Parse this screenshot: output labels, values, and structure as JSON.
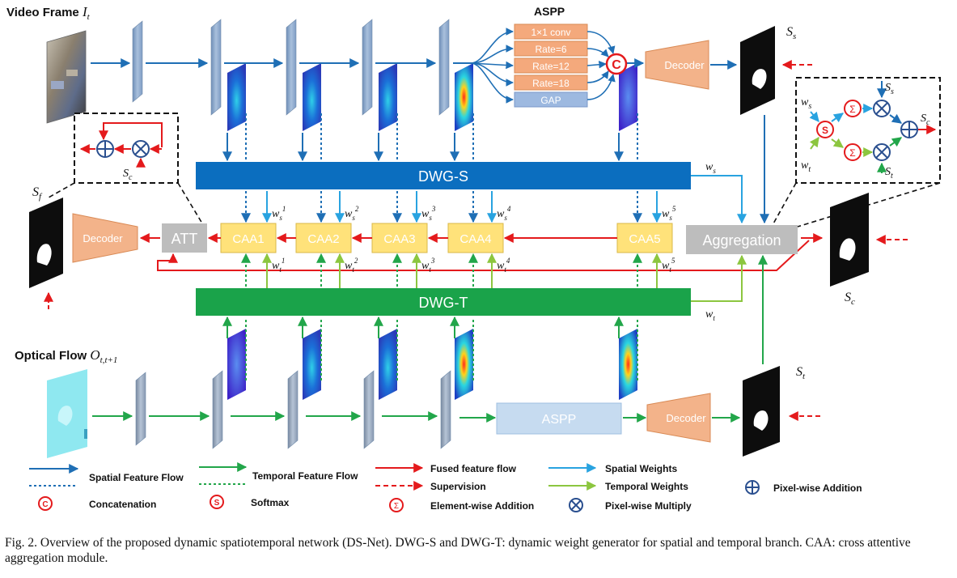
{
  "labels": {
    "video_frame": "Video Frame",
    "video_frame_sym": "I",
    "video_frame_sub": "t",
    "optical_flow": "Optical Flow",
    "optical_flow_sym": "O",
    "optical_flow_sub": "t,t+1",
    "aspp_title": "ASPP",
    "aspp_rows": [
      "1×1 conv",
      "Rate=6",
      "Rate=12",
      "Rate=18",
      "GAP"
    ],
    "aspp_bottom": "ASPP",
    "concat_symbol": "C",
    "softmax_symbol": "S",
    "sum_symbol": "Σ",
    "decoder": "Decoder",
    "dwg_s": "DWG-S",
    "dwg_t": "DWG-T",
    "att": "ATT",
    "caa": [
      "CAA1",
      "CAA2",
      "CAA3",
      "CAA4",
      "CAA5"
    ],
    "aggregation": "Aggregation",
    "ws_sup": [
      "1",
      "2",
      "3",
      "4",
      "5"
    ],
    "wt_sup": [
      "1",
      "2",
      "3",
      "4",
      "5"
    ],
    "w_s": "w",
    "w_s_sub": "s",
    "w_t": "w",
    "w_t_sub": "t",
    "S_s": "S",
    "S_s_sub": "s",
    "S_t": "S",
    "S_t_sub": "t",
    "S_c": "S",
    "S_c_sub": "c",
    "S_f": "S",
    "S_f_sub": "f"
  },
  "legend": [
    {
      "label": "Spatial Feature Flow",
      "style": "solid",
      "color": "#1f6fb5"
    },
    {
      "label": "Temporal Feature Flow",
      "style": "solid",
      "color": "#22a64a"
    },
    {
      "label": "Fused feature flow",
      "style": "solid",
      "color": "#e41a1c"
    },
    {
      "label": "Spatial Weights",
      "style": "solid",
      "color": "#29a3e0"
    },
    {
      "label": "Concatenation",
      "style": "symbol-c"
    },
    {
      "label": "Softmax",
      "style": "symbol-s"
    },
    {
      "label": "Supervision",
      "style": "dashed",
      "color": "#e41a1c"
    },
    {
      "label": "Temporal Weights",
      "style": "solid",
      "color": "#8cc63f"
    },
    {
      "label": "Pixel-wise Addition",
      "style": "symbol-plus"
    },
    {
      "label": "Element-wise Addition",
      "style": "symbol-sigma"
    },
    {
      "label": "Pixel-wise Multiply",
      "style": "symbol-times"
    }
  ],
  "caption": "Fig. 2.  Overview of the proposed dynamic spatiotemporal network (DS-Net). DWG-S and DWG-T: dynamic weight generator for spatial and temporal branch. CAA: cross attentive aggregation module.",
  "colors": {
    "spatial": "#1f6fb5",
    "temporal": "#22a64a",
    "fused": "#e41a1c",
    "spatial_weights": "#29a3e0",
    "temporal_weights": "#8cc63f",
    "dwg_s": "#0b6ebf",
    "dwg_t": "#1aa34a",
    "caa": "#ffe27a",
    "decoder": "#f3b38a",
    "aspp": "#f4a97c",
    "gray": "#bdbdbd"
  }
}
